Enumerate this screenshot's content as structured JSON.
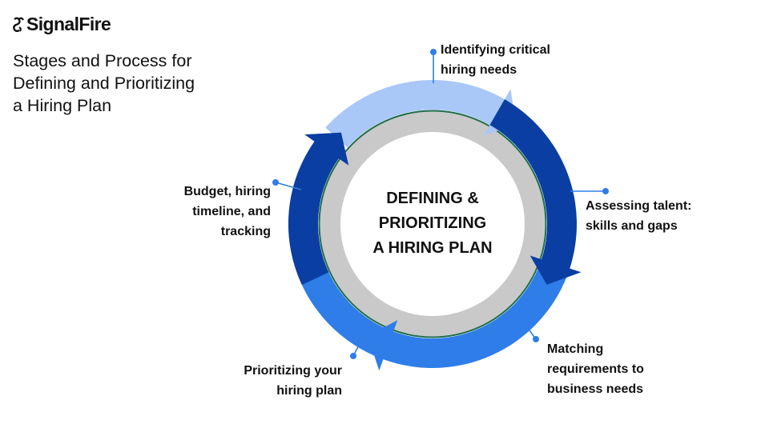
{
  "brand": {
    "name": "SignalFire"
  },
  "title": {
    "lines": [
      "Stages and Process for",
      "Defining and Prioritizing",
      "a Hiring Plan"
    ]
  },
  "center": {
    "lines": [
      "DEFINING &",
      "PRIORITIZING",
      "A HIRING PLAN"
    ]
  },
  "stages": [
    {
      "lines": [
        "Identifying critical",
        "hiring needs"
      ]
    },
    {
      "lines": [
        "Assessing talent:",
        "skills and gaps"
      ]
    },
    {
      "lines": [
        "Matching",
        "requirements to",
        "business needs"
      ]
    },
    {
      "lines": [
        "Prioritizing your",
        "hiring plan"
      ]
    },
    {
      "lines": [
        "Budget, hiring",
        "timeline, and",
        "tracking"
      ]
    }
  ],
  "colors": {
    "light_blue": "#a9c7f7",
    "mid_blue": "#2f7de8",
    "dark_blue": "#0b3ea2",
    "inner_ring": "#c9c9c9",
    "connector": "#2f7de8"
  }
}
